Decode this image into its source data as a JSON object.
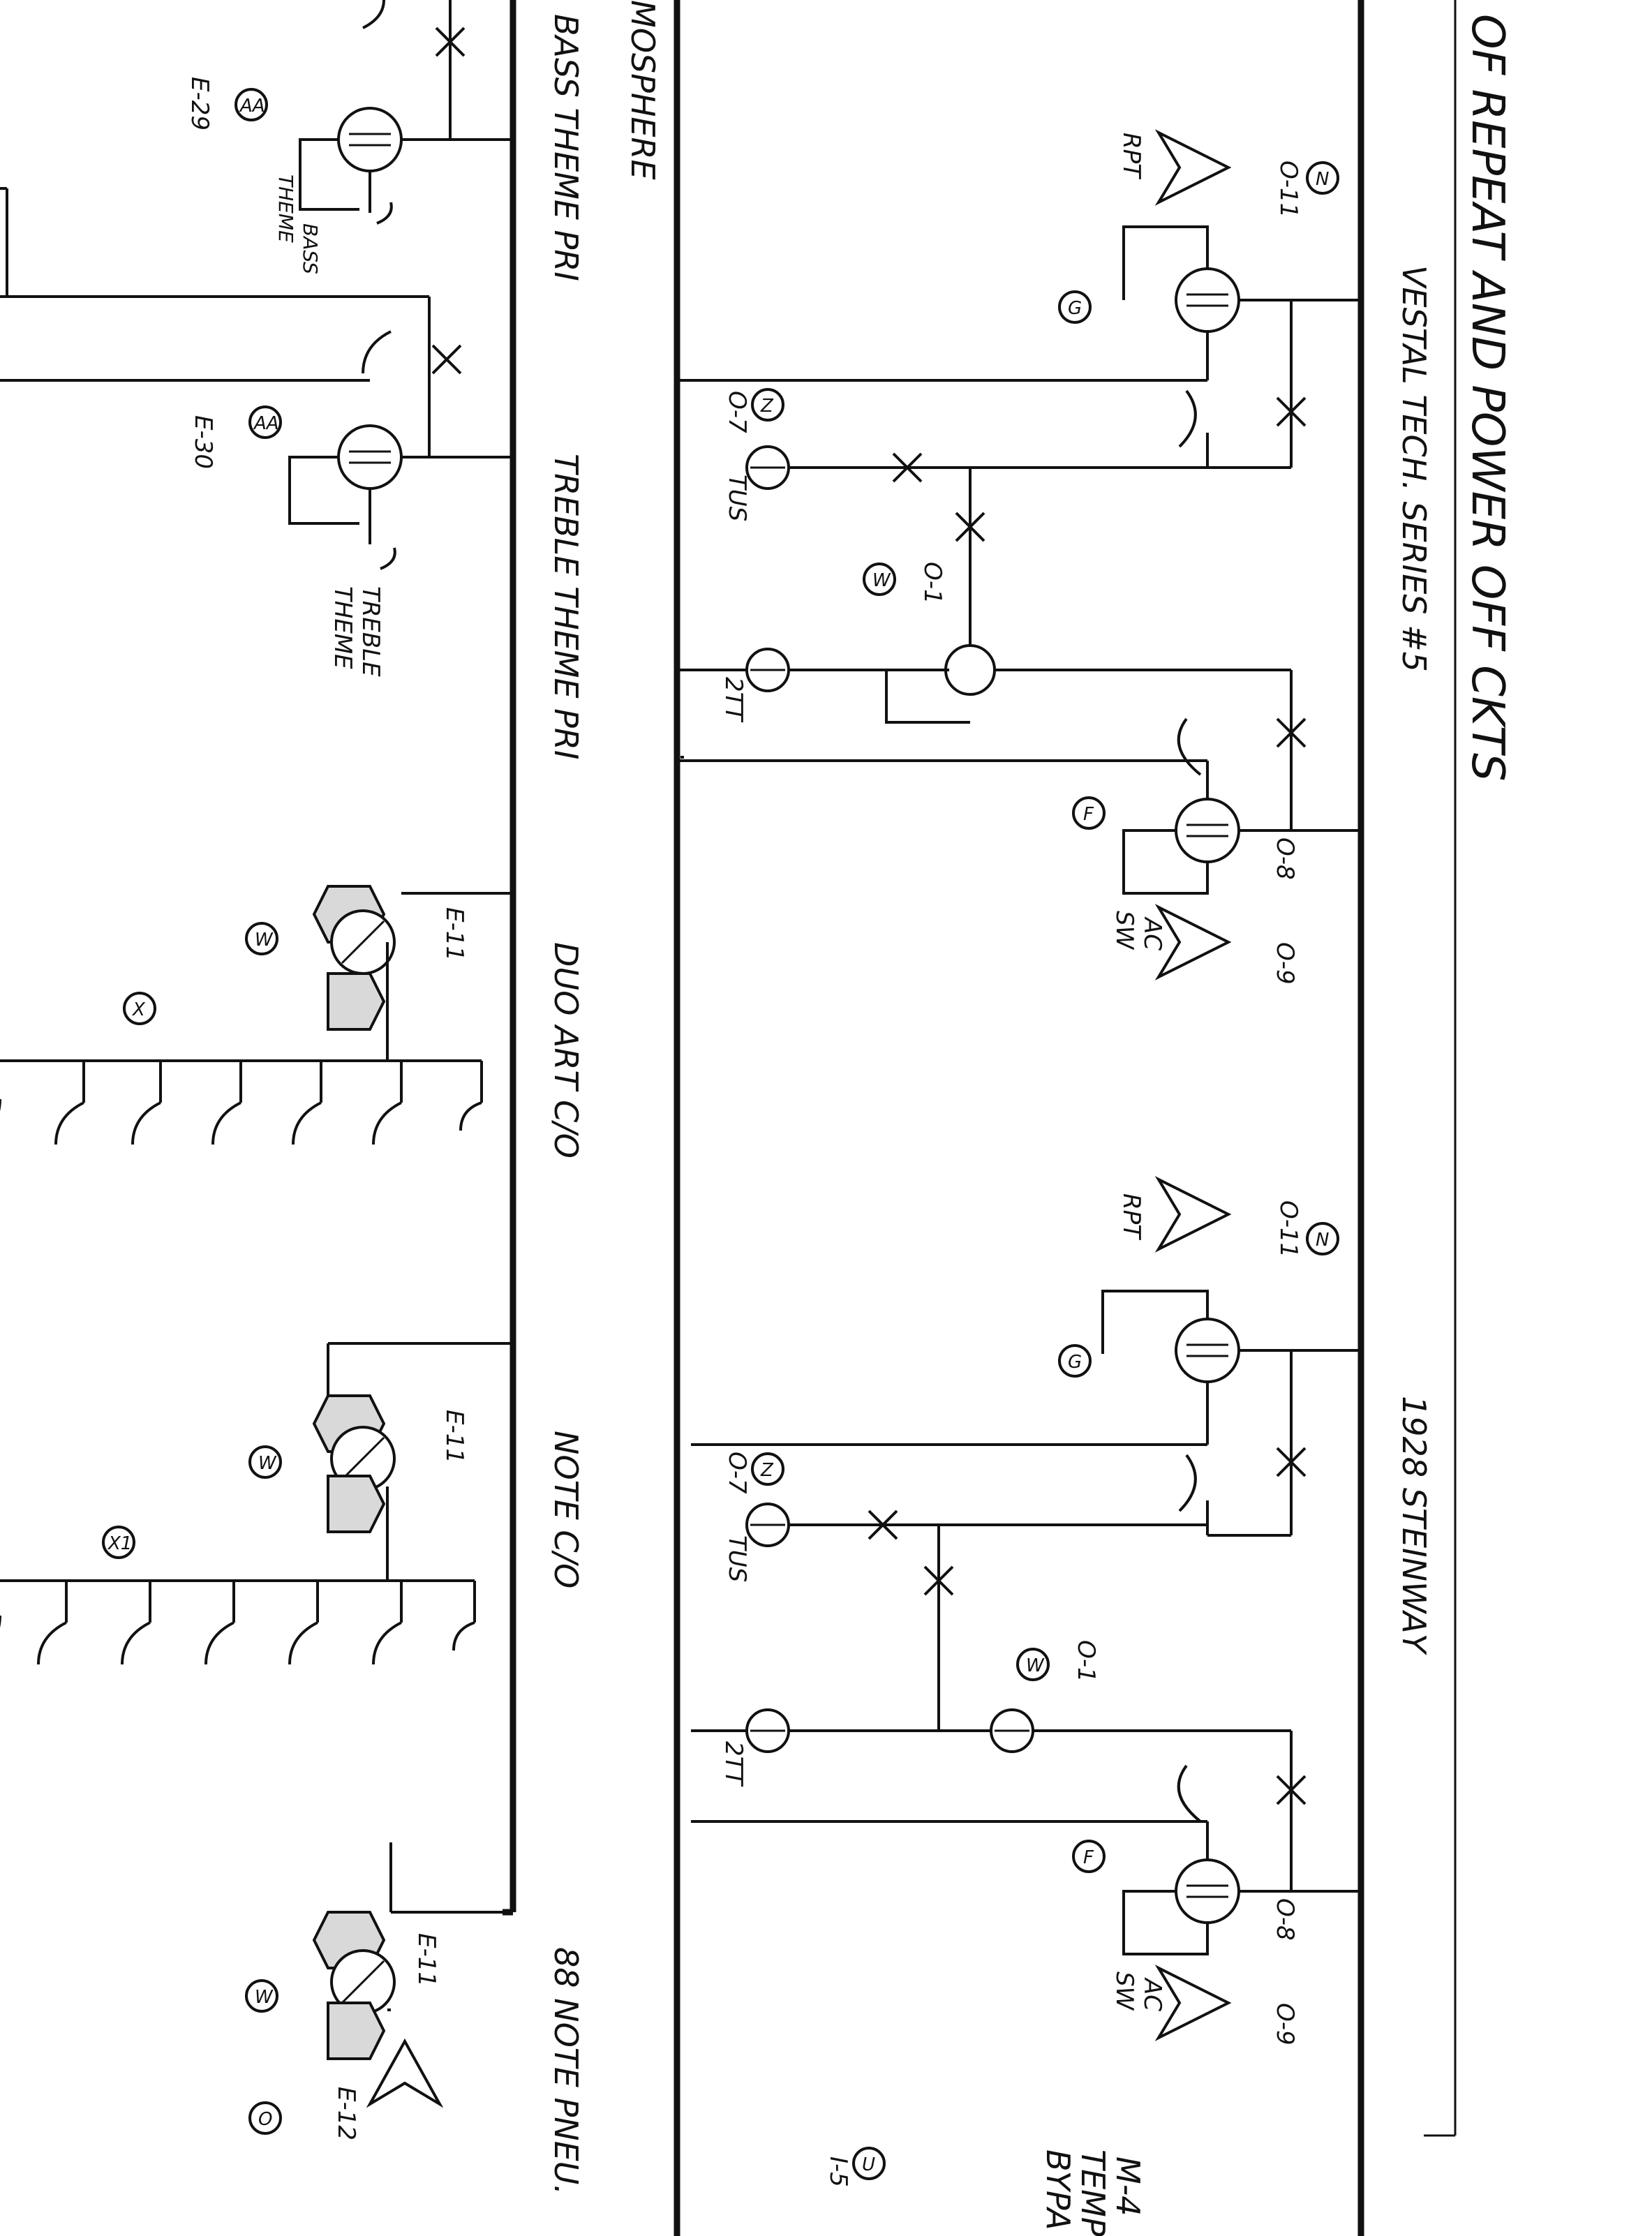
{
  "title": "OF REPEAT AND POWER OFF CKTS",
  "sections": {
    "vestal": "VESTAL  TECH. SERIES #5",
    "steinway": "1928 STEINWAY",
    "atmosphere": "MOSPHERE",
    "bypass_1": "M-4",
    "bypass_2": "TEMP",
    "bypass_3": "BYPA"
  },
  "bus_labels": {
    "bass_theme_pri": "BASS THEME PRI",
    "treble_theme_pri": "TREBLE THEME PRI",
    "duo_art_co": "DUO ART C/O",
    "note_co": "NOTE C/O",
    "note_pneu": "88 NOTE PNEU."
  },
  "components": {
    "aa": "AA",
    "e29": "E-29",
    "e30": "E-30",
    "bass_theme_1": "BASS",
    "bass_theme_2": "THEME",
    "treble_theme_1": "TREBLE",
    "treble_theme_2": "THEME",
    "w": "W",
    "x": "X",
    "x1": "X1",
    "o": "O",
    "e11": "E-11",
    "e12": "E-12",
    "n": "N",
    "g": "G",
    "z": "Z",
    "f": "F",
    "u": "U",
    "i5": "I-5",
    "o11": "O-11",
    "rpt": "RPT",
    "o7": "O-7",
    "tus": "TUS",
    "o1": "O-1",
    "ott": "2TT",
    "o8": "O-8",
    "o9": "O-9",
    "ac": "AC",
    "sw": "SW"
  }
}
